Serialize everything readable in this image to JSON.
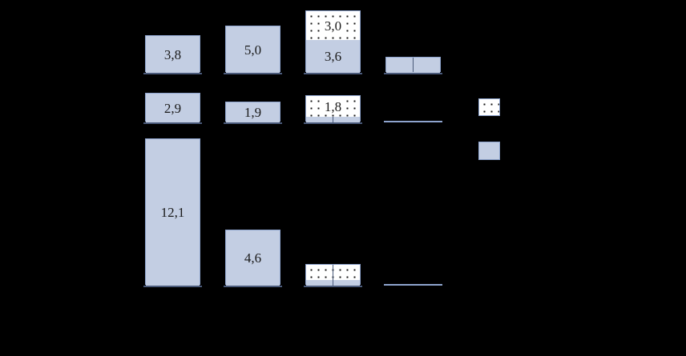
{
  "chart_data": {
    "type": "bar",
    "title": "",
    "subtitle": "",
    "xlabel": "",
    "ylabel": "",
    "orientation": "vertical",
    "stacked": true,
    "grid": false,
    "legend_position": "right",
    "background_color": "#000000",
    "series_colors": {
      "solid": "#c3cee3",
      "dotted": "#ffffff",
      "border": "#8ea4ce",
      "baseline": "#4a5a7a"
    },
    "legend": [
      {
        "id": "dotted",
        "pattern": "dotted",
        "label": ""
      },
      {
        "id": "solid",
        "pattern": "solid",
        "label": ""
      }
    ],
    "categories": [
      "",
      "",
      "",
      ""
    ],
    "rows": [
      {
        "id": "row-1",
        "label": ""
      },
      {
        "id": "row-2",
        "label": ""
      },
      {
        "id": "row-3",
        "label": ""
      }
    ],
    "groups": [
      {
        "row": "row-1",
        "bars": [
          {
            "category": 0,
            "total": 3.8,
            "segments": [
              {
                "series": "solid",
                "value": 3.8,
                "label": "3,8"
              }
            ]
          },
          {
            "category": 1,
            "total": 5.0,
            "segments": [
              {
                "series": "solid",
                "value": 5.0,
                "label": "5,0"
              }
            ]
          },
          {
            "category": 2,
            "total": 6.6,
            "segments": [
              {
                "series": "dotted",
                "value": 3.0,
                "label": "3,0"
              },
              {
                "series": "solid",
                "value": 3.6,
                "label": "3,6"
              }
            ]
          },
          {
            "category": 3,
            "total": 1.6,
            "segments": [
              {
                "series": "solid",
                "value": 1.6,
                "label": ""
              }
            ]
          }
        ]
      },
      {
        "row": "row-2",
        "bars": [
          {
            "category": 0,
            "total": 2.9,
            "segments": [
              {
                "series": "solid",
                "value": 2.9,
                "label": "2,9"
              }
            ]
          },
          {
            "category": 1,
            "total": 1.9,
            "segments": [
              {
                "series": "solid",
                "value": 1.9,
                "label": "1,9"
              }
            ]
          },
          {
            "category": 2,
            "total": 2.0,
            "segments": [
              {
                "series": "dotted",
                "value": 1.8,
                "label": "1,8"
              },
              {
                "series": "solid",
                "value": 0.2,
                "label": ""
              }
            ]
          },
          {
            "category": 3,
            "total": 0.0,
            "segments": []
          }
        ]
      },
      {
        "row": "row-3",
        "bars": [
          {
            "category": 0,
            "total": 12.1,
            "segments": [
              {
                "series": "solid",
                "value": 12.1,
                "label": "12,1"
              }
            ]
          },
          {
            "category": 1,
            "total": 4.6,
            "segments": [
              {
                "series": "solid",
                "value": 4.6,
                "label": "4,6"
              }
            ]
          },
          {
            "category": 2,
            "total": 1.4,
            "segments": [
              {
                "series": "dotted",
                "value": 1.1,
                "label": ""
              },
              {
                "series": "solid",
                "value": 0.3,
                "label": ""
              }
            ]
          },
          {
            "category": 3,
            "total": 0.0,
            "segments": []
          }
        ]
      }
    ],
    "data_labels": [
      "3,8",
      "5,0",
      "3,0",
      "3,6",
      "2,9",
      "1,9",
      "1,8",
      "12,1",
      "4,6"
    ]
  }
}
